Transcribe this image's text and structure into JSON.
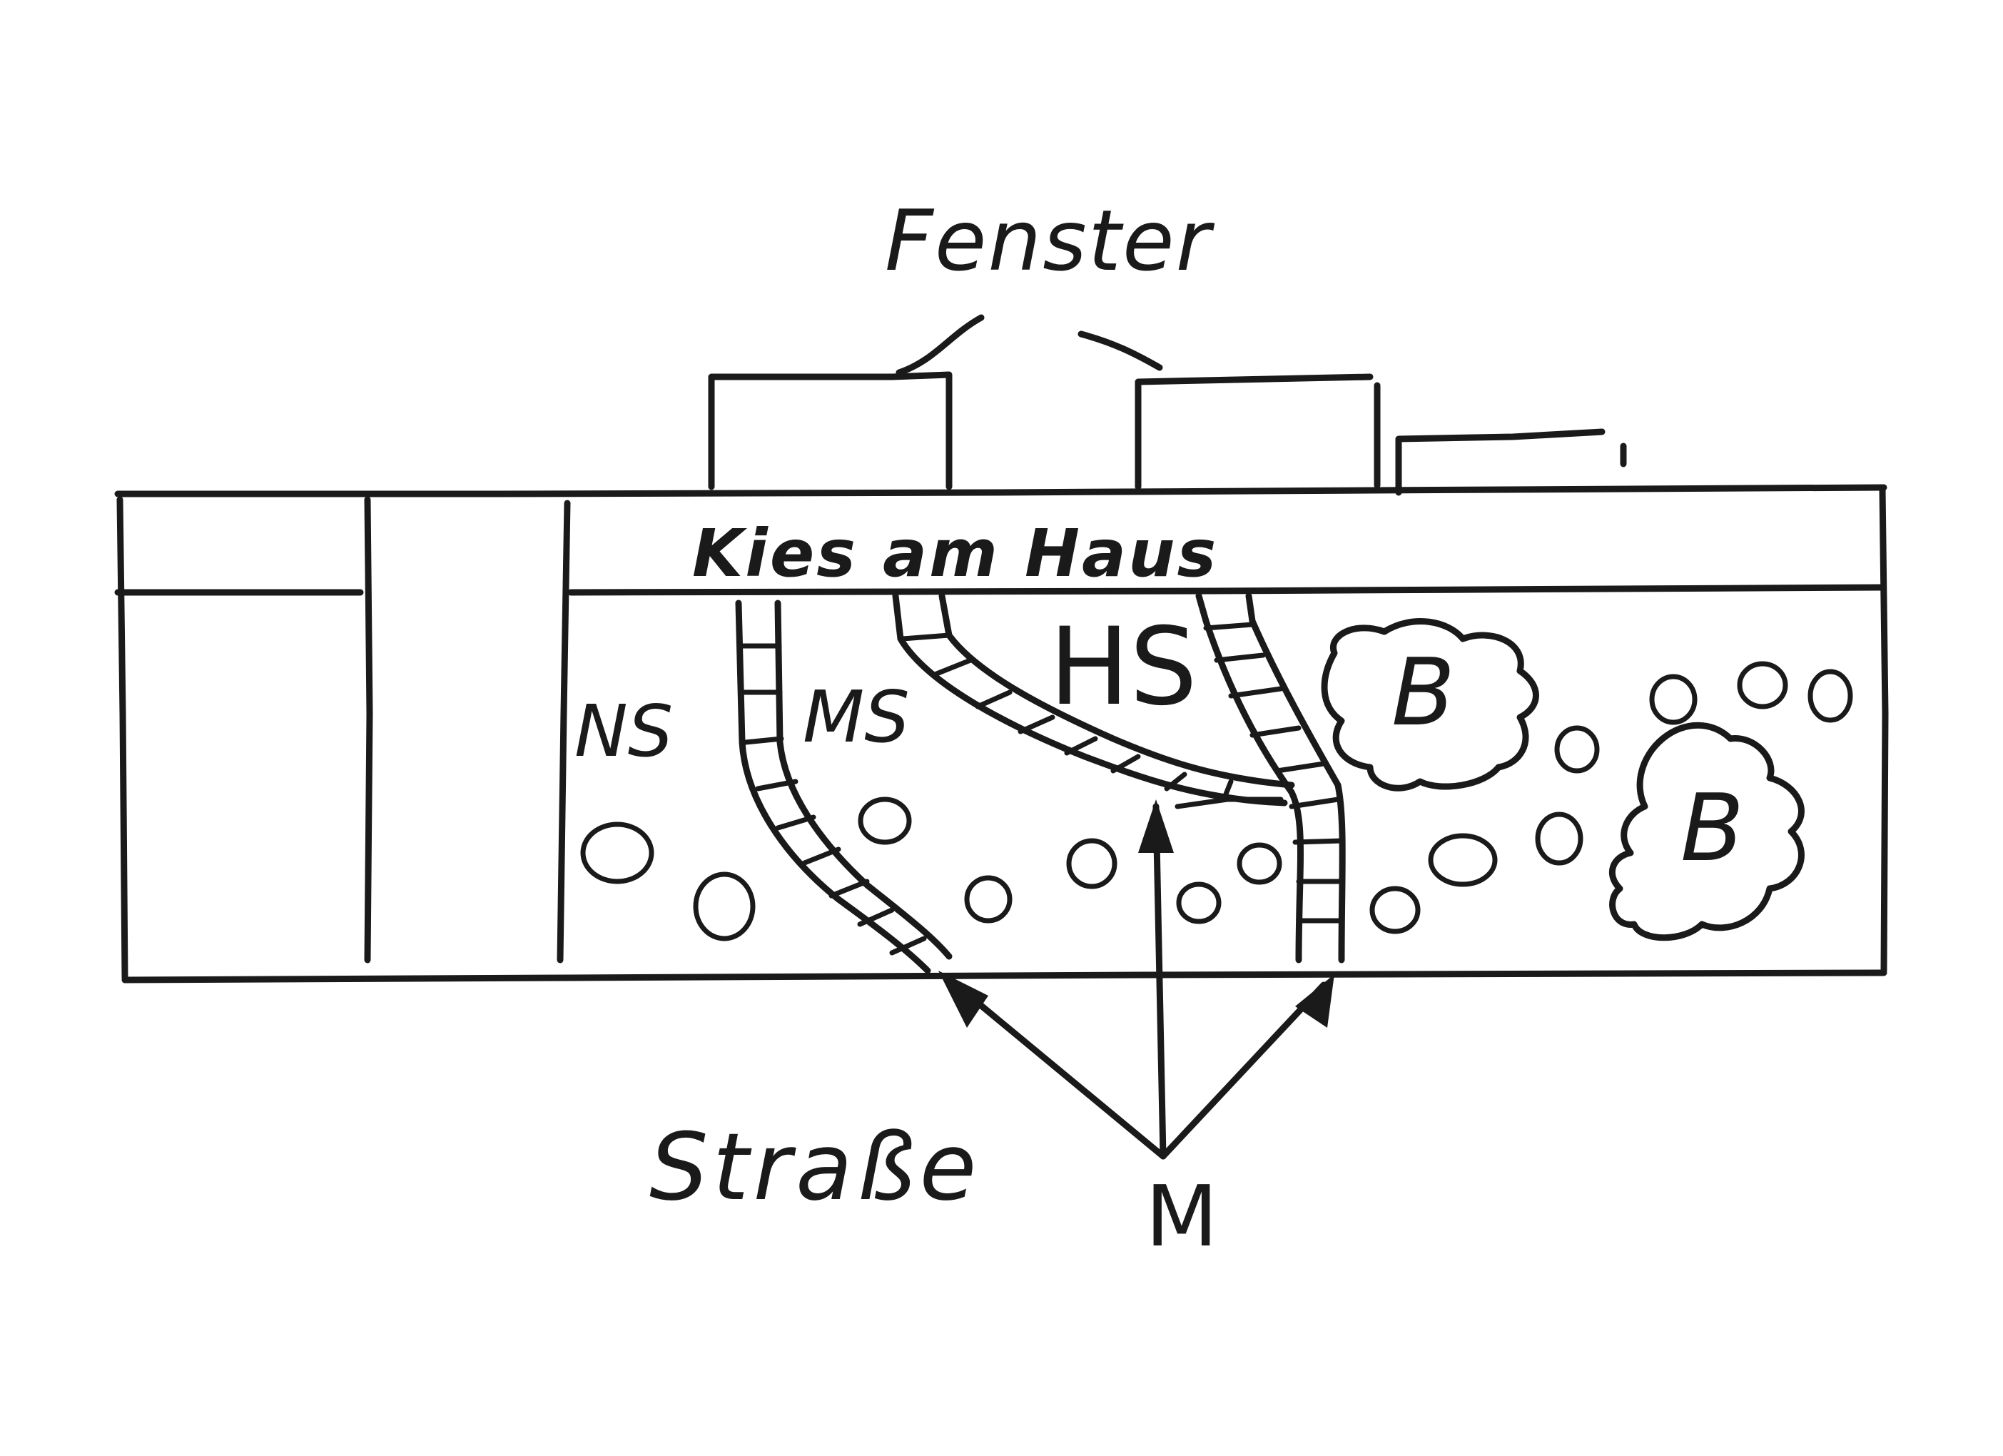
{
  "labels": {
    "fenster": "Fenster",
    "kies_am_haus": "Kies am Haus",
    "ns": "NS",
    "ms": "MS",
    "hs": "HS",
    "b1": "B",
    "b2": "B",
    "strasse": "Straße",
    "m": "M"
  },
  "colors": {
    "ink": "#1a1a1a",
    "paper": "#ffffff"
  }
}
